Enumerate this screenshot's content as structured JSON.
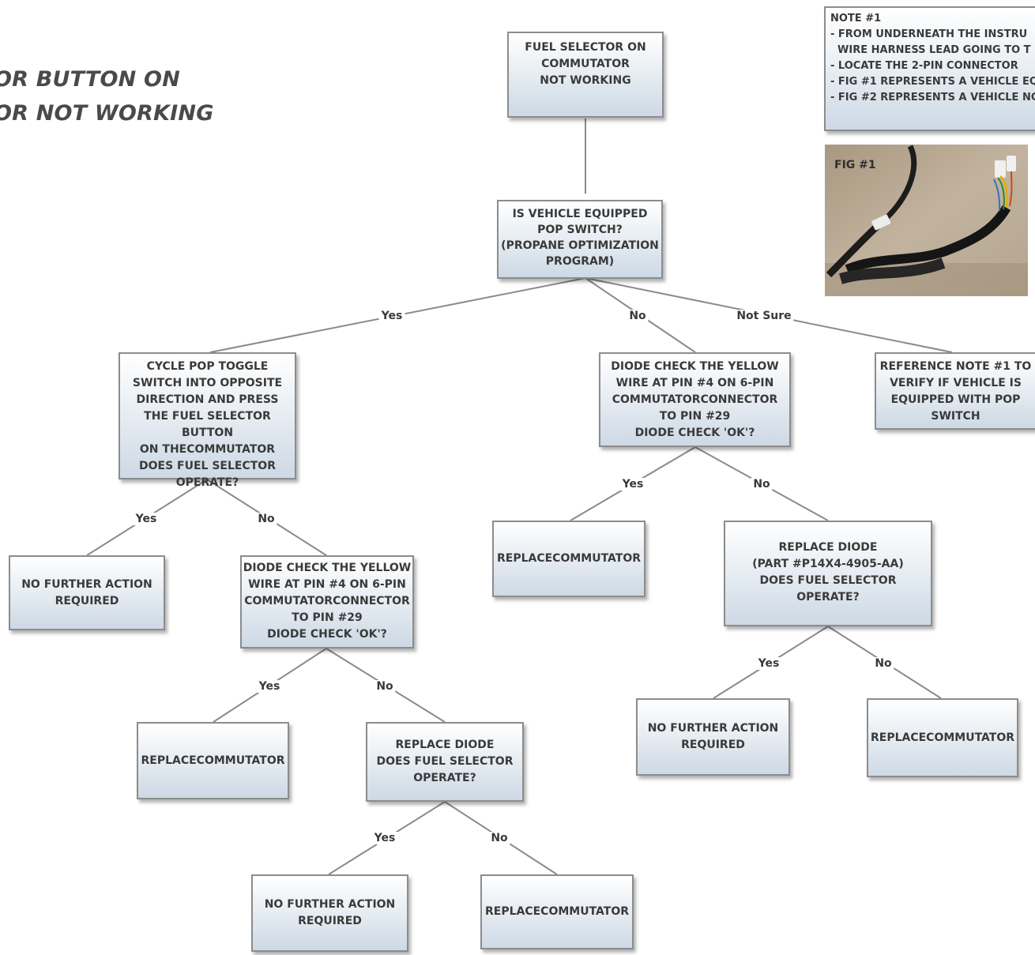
{
  "title": {
    "line1": "OR BUTTON ON",
    "line2": "OR  NOT WORKING"
  },
  "nodes": {
    "fuel_selector_not_working": "FUEL SELECTOR ON\nCOMMUTATOR\nNOT WORKING",
    "pop_switch_question": "IS VEHICLE EQUIPPED\nPOP SWITCH?\n(PROPANE OPTIMIZATION\nPROGRAM)",
    "cycle_pop_toggle": "CYCLE POP TOGGLE\nSWITCH INTO OPPOSITE\nDIRECTION AND PRESS\nTHE FUEL SELECTOR BUTTON\nON THECOMMUTATOR\nDOES FUEL SELECTOR\nOPERATE?",
    "diode_check_no_branch": "DIODE CHECK THE YELLOW\nWIRE AT PIN #4 ON 6-PIN\nCOMMUTATORCONNECTOR\nTO PIN #29\nDIODE CHECK 'OK'?",
    "reference_note": "REFERENCE NOTE #1 TO\nVERIFY IF VEHICLE IS\nEQUIPPED WITH POP\nSWITCH",
    "no_further_action_1": "NO FURTHER ACTION\nREQUIRED",
    "diode_check_yes_branch": "DIODE CHECK THE YELLOW\nWIRE AT PIN #4 ON 6-PIN\nCOMMUTATORCONNECTOR\nTO PIN #29\nDIODE CHECK 'OK'?",
    "replace_commutator_1": "REPLACECOMMUTATOR",
    "replace_diode_part": "REPLACE DIODE\n(PART #P14X4-4905-AA)\nDOES FUEL SELECTOR\nOPERATE?",
    "replace_commutator_2": "REPLACECOMMUTATOR",
    "replace_diode_2": "REPLACE DIODE\nDOES FUEL SELECTOR\nOPERATE?",
    "no_further_action_2": "NO FURTHER ACTION\nREQUIRED",
    "replace_commutator_3": "REPLACECOMMUTATOR",
    "no_further_action_3": "NO FURTHER ACTION\nREQUIRED",
    "replace_commutator_4": "REPLACECOMMUTATOR"
  },
  "edge_labels": {
    "pop_yes": "Yes",
    "pop_no": "No",
    "pop_not_sure": "Not Sure",
    "cycle_yes": "Yes",
    "cycle_no": "No",
    "diode_right_yes": "Yes",
    "diode_right_no": "No",
    "diode_left_yes": "Yes",
    "diode_left_no": "No",
    "replace_diode_part_yes": "Yes",
    "replace_diode_part_no": "No",
    "replace_diode_2_yes": "Yes",
    "replace_diode_2_no": "No"
  },
  "note": {
    "title": "NOTE #1",
    "lines": [
      "- FROM UNDERNEATH THE INSTRU",
      "  WIRE HARNESS LEAD GOING TO T",
      "- LOCATE THE 2-PIN CONNECTOR",
      "- FIG #1 REPRESENTS A VEHICLE EQ",
      "- FIG #2 REPRESENTS A VEHICLE NO"
    ]
  },
  "figure": {
    "label": "FIG #1"
  }
}
